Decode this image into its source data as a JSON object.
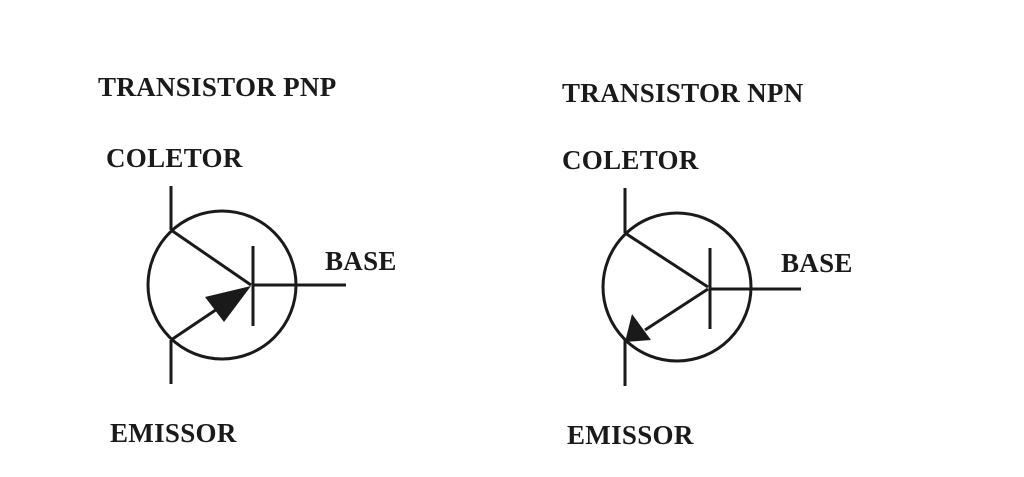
{
  "pnp": {
    "title": "TRANSISTOR PNP",
    "collector_label": "COLETOR",
    "base_label": "BASE",
    "emitter_label": "EMISSOR"
  },
  "npn": {
    "title": "TRANSISTOR NPN",
    "collector_label": "COLETOR",
    "base_label": "BASE",
    "emitter_label": "EMISSOR"
  }
}
